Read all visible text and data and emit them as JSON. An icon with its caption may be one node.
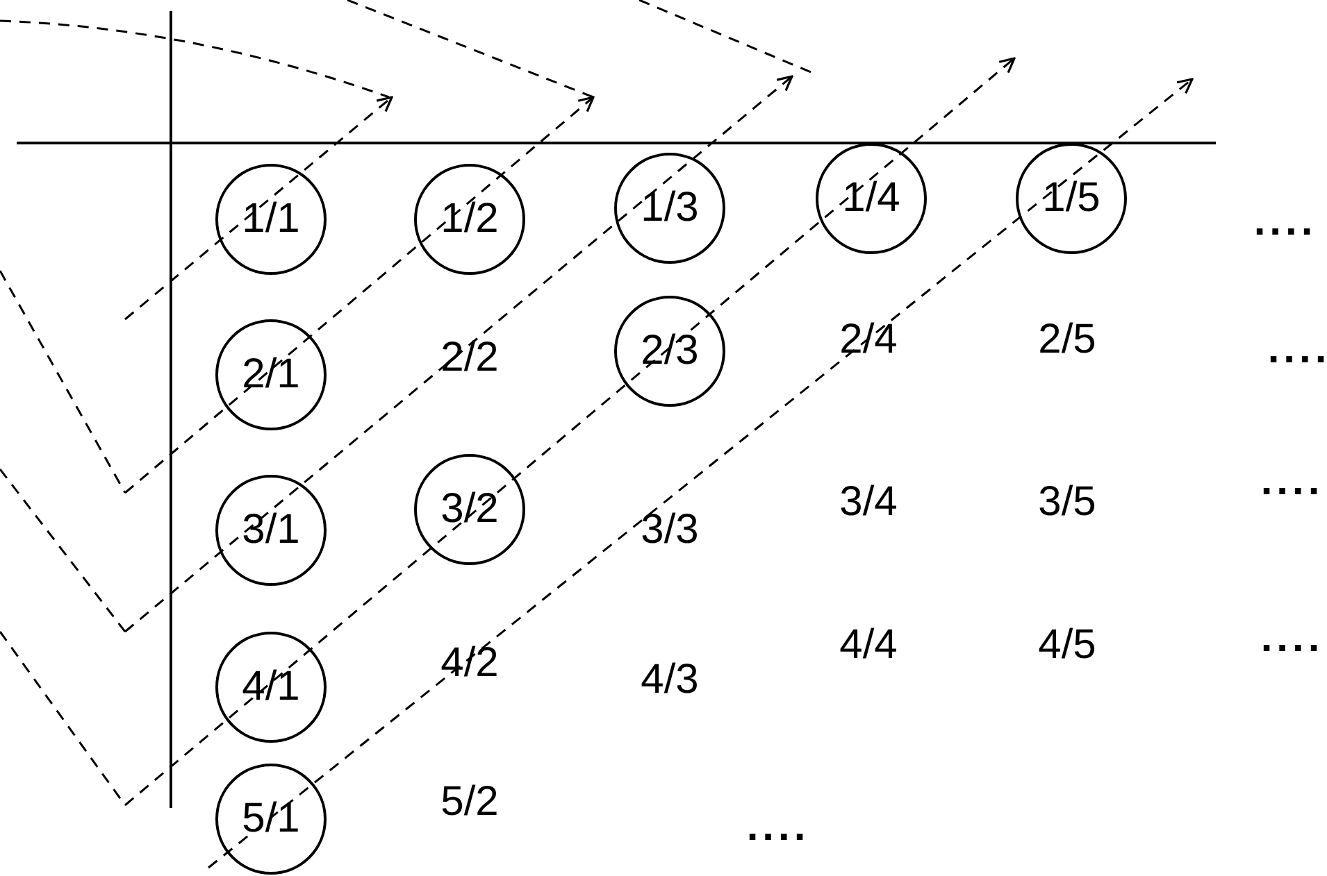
{
  "diagram": {
    "nodes": [
      {
        "text": [
          "1/1"
        ]
      },
      {
        "text": [
          "1/2"
        ]
      },
      {
        "text": [
          "1/3"
        ]
      },
      {
        "text": [
          "1/4"
        ]
      },
      {
        "text": [
          "1/5"
        ]
      },
      {
        "text": [
          "2/1"
        ]
      },
      {
        "text": [
          "2/3"
        ]
      },
      {
        "text": [
          "3/1"
        ]
      },
      {
        "text": [
          "3/2"
        ]
      },
      {
        "text": [
          "4/1"
        ]
      },
      {
        "text": [
          "5/1"
        ]
      }
    ],
    "edges": [],
    "labels": [
      "....",
      "2/2",
      "2/4",
      "2/5",
      "....",
      "3/3",
      "3/4",
      "3/5",
      "....",
      "4/2",
      "4/3",
      "4/4",
      "4/5",
      "....",
      "5/2",
      "...."
    ]
  }
}
